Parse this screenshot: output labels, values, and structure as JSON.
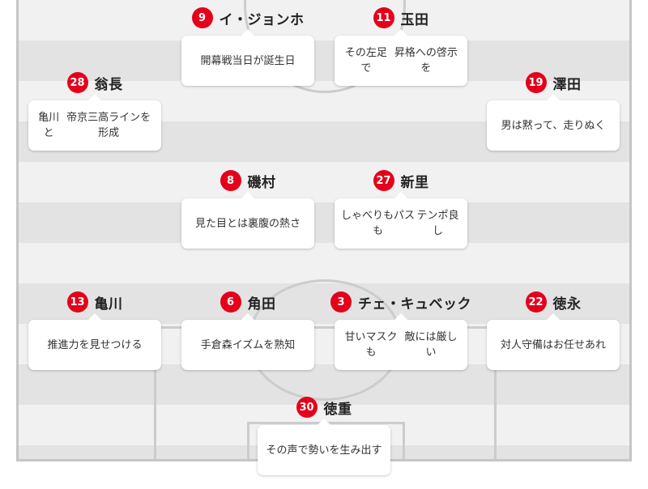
{
  "players": [
    {
      "id": "p9",
      "number": "9",
      "name": "イ・ジョンホ",
      "lines": [
        "開幕戦当日が誕生日"
      ]
    },
    {
      "id": "p11",
      "number": "11",
      "name": "玉田",
      "lines": [
        "その左足で",
        "昇格への啓示を"
      ]
    },
    {
      "id": "p28",
      "number": "28",
      "name": "翁長",
      "lines": [
        "亀川と",
        "帝京三高ラインを形成"
      ]
    },
    {
      "id": "p19",
      "number": "19",
      "name": "澤田",
      "lines": [
        "男は黙って、走りぬく"
      ]
    },
    {
      "id": "p8",
      "number": "8",
      "name": "磯村",
      "lines": [
        "見た目とは裏腹の熱さ"
      ]
    },
    {
      "id": "p27",
      "number": "27",
      "name": "新里",
      "lines": [
        "しゃべりもパスも",
        "テンポ良し"
      ]
    },
    {
      "id": "p13",
      "number": "13",
      "name": "亀川",
      "lines": [
        "推進力を見せつける"
      ]
    },
    {
      "id": "p6",
      "number": "6",
      "name": "角田",
      "lines": [
        "手倉森イズムを熟知"
      ]
    },
    {
      "id": "p3",
      "number": "3",
      "name": "チェ・キュベック",
      "lines": [
        "甘いマスクも",
        "敵には厳しい"
      ]
    },
    {
      "id": "p22",
      "number": "22",
      "name": "徳永",
      "lines": [
        "対人守備はお任せあれ"
      ]
    },
    {
      "id": "p30",
      "number": "30",
      "name": "徳重",
      "lines": [
        "その声で",
        "勢いを生み出す"
      ]
    }
  ]
}
